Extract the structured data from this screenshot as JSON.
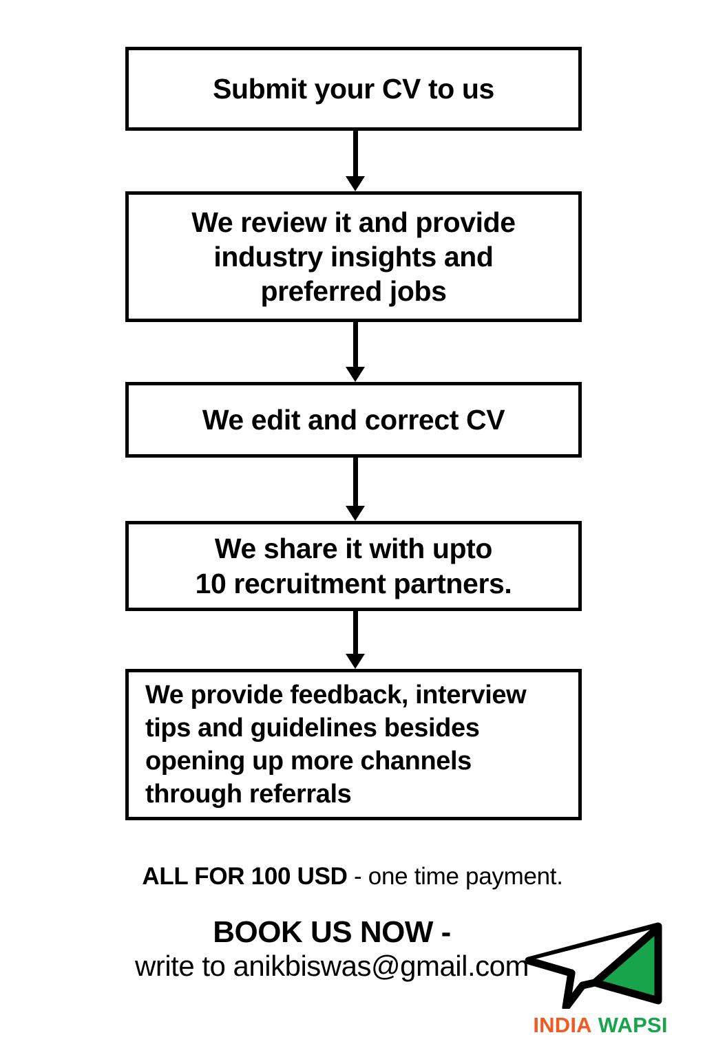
{
  "poster": {
    "background_color": "#ffffff",
    "line_color": "#000000"
  },
  "flow": {
    "steps": [
      {
        "id": "step-1",
        "text": "Submit your CV to us",
        "align": "center"
      },
      {
        "id": "step-2",
        "text": "We review it and provide\nindustry insights and\npreferred jobs",
        "align": "center"
      },
      {
        "id": "step-3",
        "text": "We edit and correct CV",
        "align": "center"
      },
      {
        "id": "step-4",
        "text": "We share it with upto\n10 recruitment partners.",
        "align": "center"
      },
      {
        "id": "step-5",
        "text": "We provide feedback, interview\ntips and guidelines besides\nopening up more channels\nthrough referrals",
        "align": "left"
      }
    ],
    "connector_icon": "down-arrow-icon",
    "connector_count": 4
  },
  "footer": {
    "price_strong": "ALL FOR 100 USD",
    "price_normal": " - one time payment.",
    "cta_headline": "BOOK US NOW -",
    "cta_email_line": "write to anikbiswas@gmail.com",
    "email_address": "anikbiswas@gmail.com"
  },
  "logo": {
    "icon_name": "paper-plane-icon",
    "wordmark_first": "INDIA",
    "wordmark_second": "WAPSI",
    "orange": "#F15A22",
    "green": "#17A44B",
    "outline": "#000000"
  }
}
